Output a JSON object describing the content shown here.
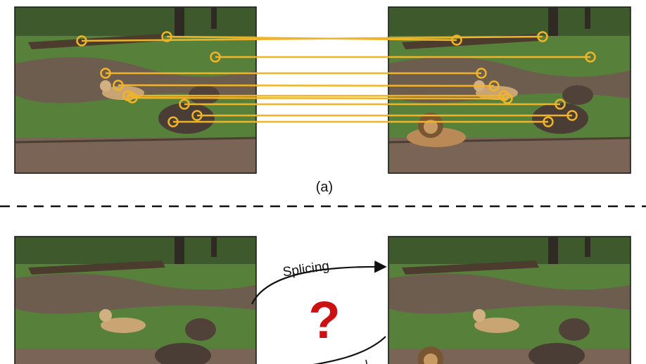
{
  "panel_a": {
    "caption": "(a)"
  },
  "panel_b": {
    "arrow_top_label": "Splicing",
    "question_mark": "?",
    "question_color": "#cc1111"
  },
  "colors": {
    "match_line": "#f0b429",
    "scene_grass": "#4e7a32",
    "scene_dirt": "#6b5a4c",
    "divider": "#111111"
  },
  "icons": [
    "lioness-icon",
    "lion-icon",
    "tree-trunk-icon",
    "rock-icon",
    "log-icon"
  ],
  "feature_matches": {
    "count": 10
  }
}
